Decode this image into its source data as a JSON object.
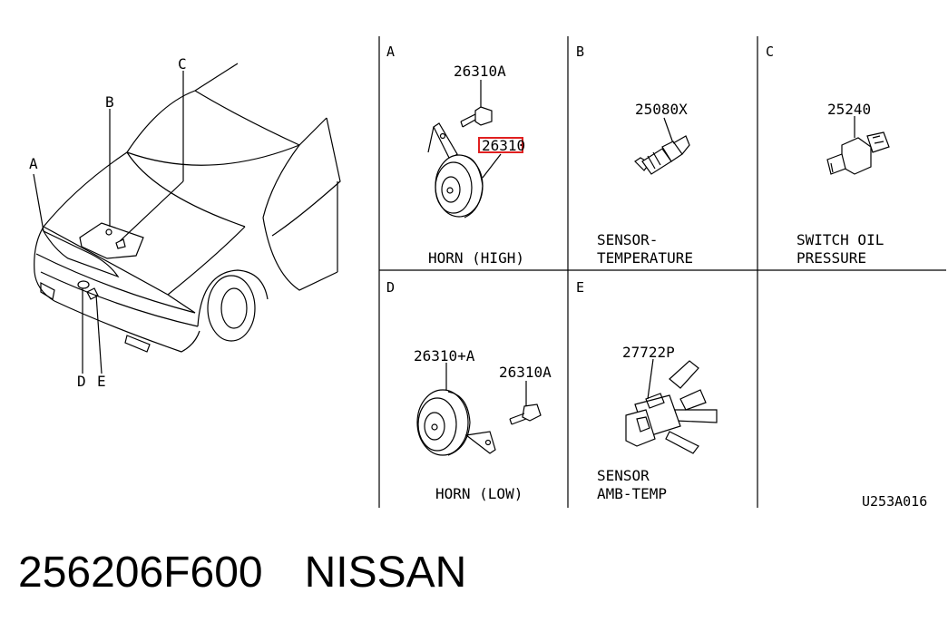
{
  "diagram": {
    "car_callouts": [
      "A",
      "B",
      "C",
      "D",
      "E"
    ],
    "panels": [
      {
        "letter": "A",
        "parts": [
          "26310A",
          "26310"
        ],
        "caption": [
          "HORN (HIGH)"
        ]
      },
      {
        "letter": "B",
        "parts": [
          "25080X"
        ],
        "caption": [
          "SENSOR-",
          "TEMPERATURE"
        ]
      },
      {
        "letter": "C",
        "parts": [
          "25240"
        ],
        "caption": [
          "SWITCH OIL",
          "PRESSURE"
        ]
      },
      {
        "letter": "D",
        "parts": [
          "26310+A",
          "26310A"
        ],
        "caption": [
          "HORN (LOW)"
        ]
      },
      {
        "letter": "E",
        "parts": [
          "27722P"
        ],
        "caption": [
          "SENSOR",
          "AMB-TEMP"
        ]
      }
    ],
    "drawing_code": "U253A016",
    "highlight_color": "#e02020"
  },
  "footer": {
    "part_number": "256206F600",
    "brand": "NISSAN"
  }
}
